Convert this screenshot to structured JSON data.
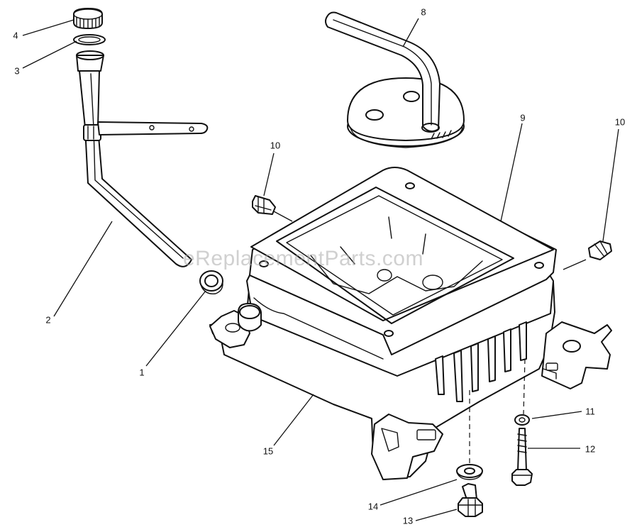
{
  "watermark": "eReplacementParts.com",
  "callouts": [
    {
      "id": "1",
      "label": "1"
    },
    {
      "id": "2",
      "label": "2"
    },
    {
      "id": "3",
      "label": "3"
    },
    {
      "id": "4",
      "label": "4"
    },
    {
      "id": "8",
      "label": "8"
    },
    {
      "id": "9",
      "label": "9"
    },
    {
      "id": "10a",
      "label": "10"
    },
    {
      "id": "10b",
      "label": "10"
    },
    {
      "id": "11",
      "label": "11"
    },
    {
      "id": "12",
      "label": "12"
    },
    {
      "id": "13",
      "label": "13"
    },
    {
      "id": "14",
      "label": "14"
    },
    {
      "id": "15",
      "label": "15"
    }
  ]
}
